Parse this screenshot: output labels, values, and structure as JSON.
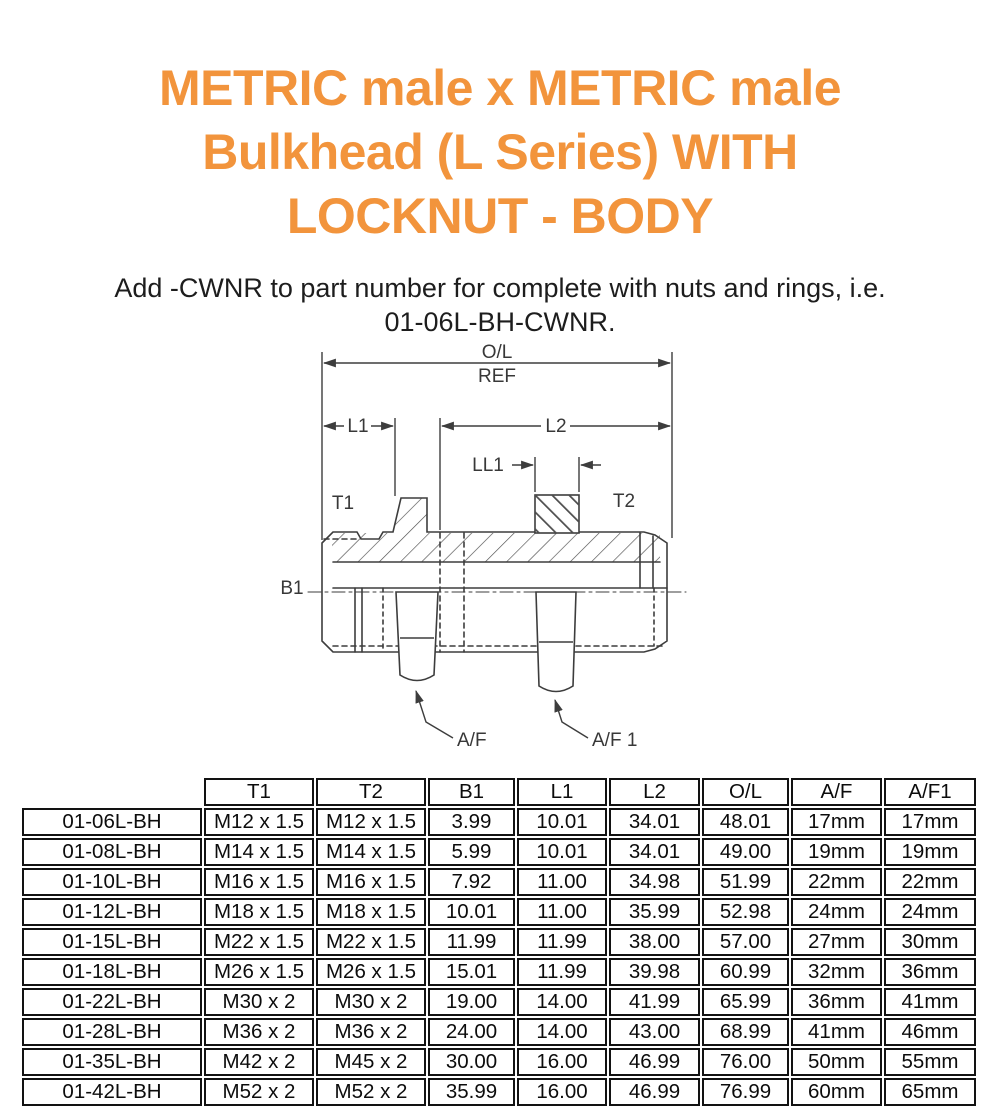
{
  "header": {
    "title_lines": [
      "METRIC male x METRIC male",
      "Bulkhead (L Series) WITH",
      "LOCKNUT - BODY"
    ],
    "subtitle_line1": "Add -CWNR to part number for complete with nuts and rings, i.e.",
    "subtitle_line2": "01-06L-BH-CWNR."
  },
  "colors": {
    "accent_orange": "#F2943C",
    "body_text": "#1D1D1D",
    "table_border": "#121212",
    "drawing_line": "#3D3D3D"
  },
  "diagram": {
    "labels": {
      "ol": "O/L",
      "ref": "REF",
      "l1": "L1",
      "l2": "L2",
      "ll1": "LL1",
      "t1": "T1",
      "t2": "T2",
      "b1": "B1",
      "af": "A/F",
      "af1": "A/F 1"
    }
  },
  "table": {
    "columns": [
      "",
      "T1",
      "T2",
      "B1",
      "L1",
      "L2",
      "O/L",
      "A/F",
      "A/F1"
    ],
    "rows": [
      [
        "01-06L-BH",
        "M12 x 1.5",
        "M12 x 1.5",
        "3.99",
        "10.01",
        "34.01",
        "48.01",
        "17mm",
        "17mm"
      ],
      [
        "01-08L-BH",
        "M14 x 1.5",
        "M14 x 1.5",
        "5.99",
        "10.01",
        "34.01",
        "49.00",
        "19mm",
        "19mm"
      ],
      [
        "01-10L-BH",
        "M16 x 1.5",
        "M16 x 1.5",
        "7.92",
        "11.00",
        "34.98",
        "51.99",
        "22mm",
        "22mm"
      ],
      [
        "01-12L-BH",
        "M18 x 1.5",
        "M18 x 1.5",
        "10.01",
        "11.00",
        "35.99",
        "52.98",
        "24mm",
        "24mm"
      ],
      [
        "01-15L-BH",
        "M22 x 1.5",
        "M22 x 1.5",
        "11.99",
        "11.99",
        "38.00",
        "57.00",
        "27mm",
        "30mm"
      ],
      [
        "01-18L-BH",
        "M26 x 1.5",
        "M26 x 1.5",
        "15.01",
        "11.99",
        "39.98",
        "60.99",
        "32mm",
        "36mm"
      ],
      [
        "01-22L-BH",
        "M30 x 2",
        "M30 x 2",
        "19.00",
        "14.00",
        "41.99",
        "65.99",
        "36mm",
        "41mm"
      ],
      [
        "01-28L-BH",
        "M36 x 2",
        "M36 x 2",
        "24.00",
        "14.00",
        "43.00",
        "68.99",
        "41mm",
        "46mm"
      ],
      [
        "01-35L-BH",
        "M42 x 2",
        "M45 x 2",
        "30.00",
        "16.00",
        "46.99",
        "76.00",
        "50mm",
        "55mm"
      ],
      [
        "01-42L-BH",
        "M52 x 2",
        "M52 x 2",
        "35.99",
        "16.00",
        "46.99",
        "76.99",
        "60mm",
        "65mm"
      ]
    ]
  }
}
